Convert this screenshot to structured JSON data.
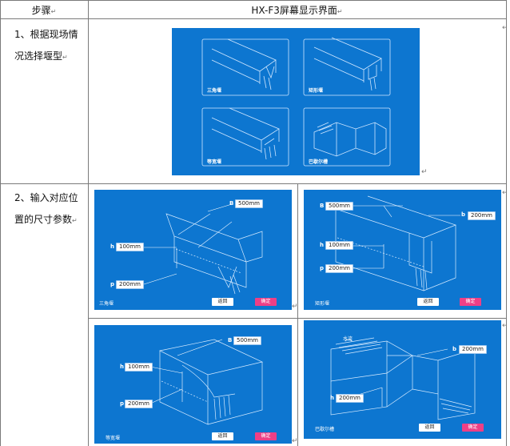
{
  "table": {
    "col_step": "步骤",
    "col_screen": "HX-F3屏幕显示界面"
  },
  "rows": [
    {
      "step": "1、根据现场情况选择堰型"
    },
    {
      "step": "2、输入对应位置的尺寸参数"
    }
  ],
  "weir_select": {
    "tiles": [
      "三角堰",
      "矩形堰",
      "等宽堰",
      "巴歇尔槽"
    ]
  },
  "screens": [
    {
      "name": "三角堰",
      "fields": [
        {
          "var": "B",
          "value": "500mm"
        },
        {
          "var": "h",
          "value": "100mm"
        },
        {
          "var": "p",
          "value": "200mm"
        }
      ],
      "back": "返回",
      "ok": "确定"
    },
    {
      "name": "矩形堰",
      "fields": [
        {
          "var": "B",
          "value": "500mm"
        },
        {
          "var": "b",
          "value": "200mm"
        },
        {
          "var": "h",
          "value": "100mm"
        },
        {
          "var": "p",
          "value": "200mm"
        }
      ],
      "back": "返回",
      "ok": "确定"
    },
    {
      "name": "等宽堰",
      "fields": [
        {
          "var": "B",
          "value": "500mm"
        },
        {
          "var": "h",
          "value": "100mm"
        },
        {
          "var": "p",
          "value": "200mm"
        }
      ],
      "back": "返回",
      "ok": "确定"
    },
    {
      "name": "巴歇尔槽",
      "flow_label": "水流",
      "fields": [
        {
          "var": "b",
          "value": "200mm"
        },
        {
          "var": "h",
          "value": "200mm"
        }
      ],
      "back": "返回",
      "ok": "确定"
    }
  ],
  "colors": {
    "screen_blue": "#0d76d0",
    "ok_button": "#ee3f86",
    "grid": "#7a7a7a"
  }
}
